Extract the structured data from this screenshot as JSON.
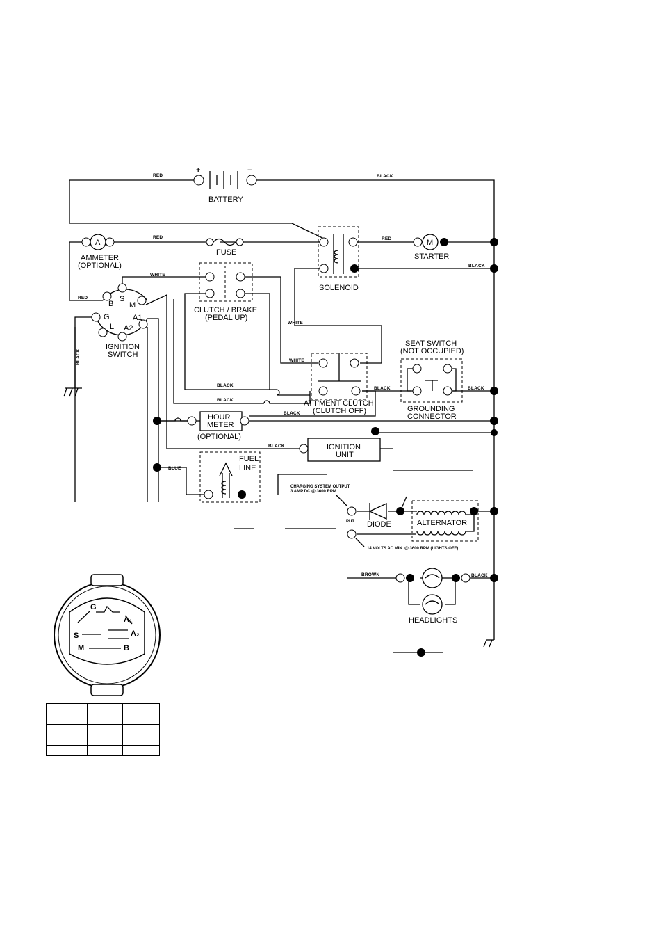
{
  "components": {
    "battery": "BATTERY",
    "battery_pos": "+",
    "battery_neg": "−",
    "ammeter": "AMMETER",
    "optional": "(OPTIONAL)",
    "ammeter_symbol": "A",
    "fuse": "FUSE",
    "starter": "STARTER",
    "starter_symbol": "M",
    "solenoid": "SOLENOID",
    "clutch_brake": "CLUTCH / BRAKE",
    "pedal_up": "(PEDAL UP)",
    "ignition_switch_1": "IGNITION",
    "ignition_switch_2": "SWITCH",
    "seat_switch": "SEAT SWITCH",
    "not_occupied": "(NOT OCCUPIED)",
    "grounding": "GROUNDING",
    "connector": "CONNECTOR",
    "attment_clutch": "ATT'MENT CLUTCH",
    "clutch_off": "(CLUTCH OFF)",
    "hour": "HOUR",
    "meter": "METER",
    "hour_optional": "(OPTIONAL)",
    "ignition_unit_1": "IGNITION",
    "ignition_unit_2": "UNIT",
    "fuel": "FUEL",
    "line": "LINE",
    "diode": "DIODE",
    "alternator": "ALTERNATOR",
    "headlights": "HEADLIGHTS"
  },
  "terminals": {
    "B": "B",
    "S": "S",
    "M": "M",
    "G": "G",
    "L": "L",
    "A1": "A1",
    "A2": "A2"
  },
  "wire_labels": {
    "red": "RED",
    "black": "BLACK",
    "white": "WHITE",
    "blue": "BLUE",
    "brown": "BROWN",
    "put": "PUT"
  },
  "notes": {
    "charging_1": "CHARGING SYSTEM OUTPUT",
    "charging_2": "3 AMP DC @ 3600 RPM",
    "ac_volts": "14 VOLTS AC MIN. @ 3600 RPM (LIGHTS OFF)"
  },
  "plug_face": {
    "G": "G",
    "A1": "A₁",
    "S": "S",
    "A2": "A₂",
    "M": "M",
    "B": "B"
  }
}
